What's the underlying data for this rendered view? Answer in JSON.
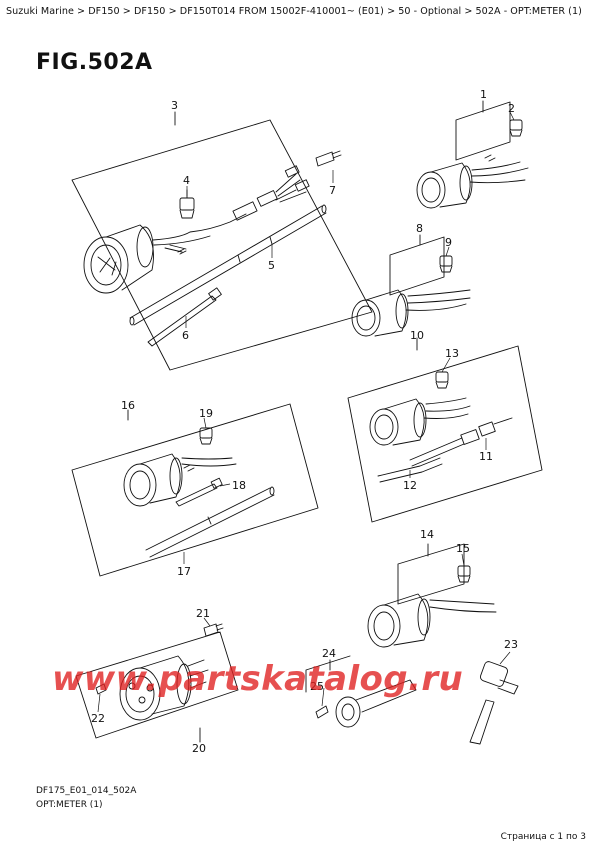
{
  "breadcrumb": "Suzuki Marine > DF150 > DF150 > DF150T014 FROM 15002F-410001~ (E01) > 50 - Optional > 502A - OPT:METER (1)",
  "figure_title": "FIG.502A",
  "code_label": "DF175_E01_014_502A",
  "sub_label": "OPT:METER (1)",
  "page_indicator": "Страница с 1 по 3",
  "watermark": "www.partskatalog.ru",
  "callouts": {
    "c1": "1",
    "c2": "2",
    "c3": "3",
    "c4": "4",
    "c5": "5",
    "c6": "6",
    "c7": "7",
    "c8": "8",
    "c9": "9",
    "c10": "10",
    "c11": "11",
    "c12": "12",
    "c13": "13",
    "c14": "14",
    "c15": "15",
    "c16": "16",
    "c17": "17",
    "c18": "18",
    "c19": "19",
    "c20": "20",
    "c21": "21",
    "c22": "22",
    "c23": "23",
    "c24": "24",
    "c25": "25"
  },
  "colors": {
    "watermark": "#e0201f",
    "line": "#111111"
  }
}
